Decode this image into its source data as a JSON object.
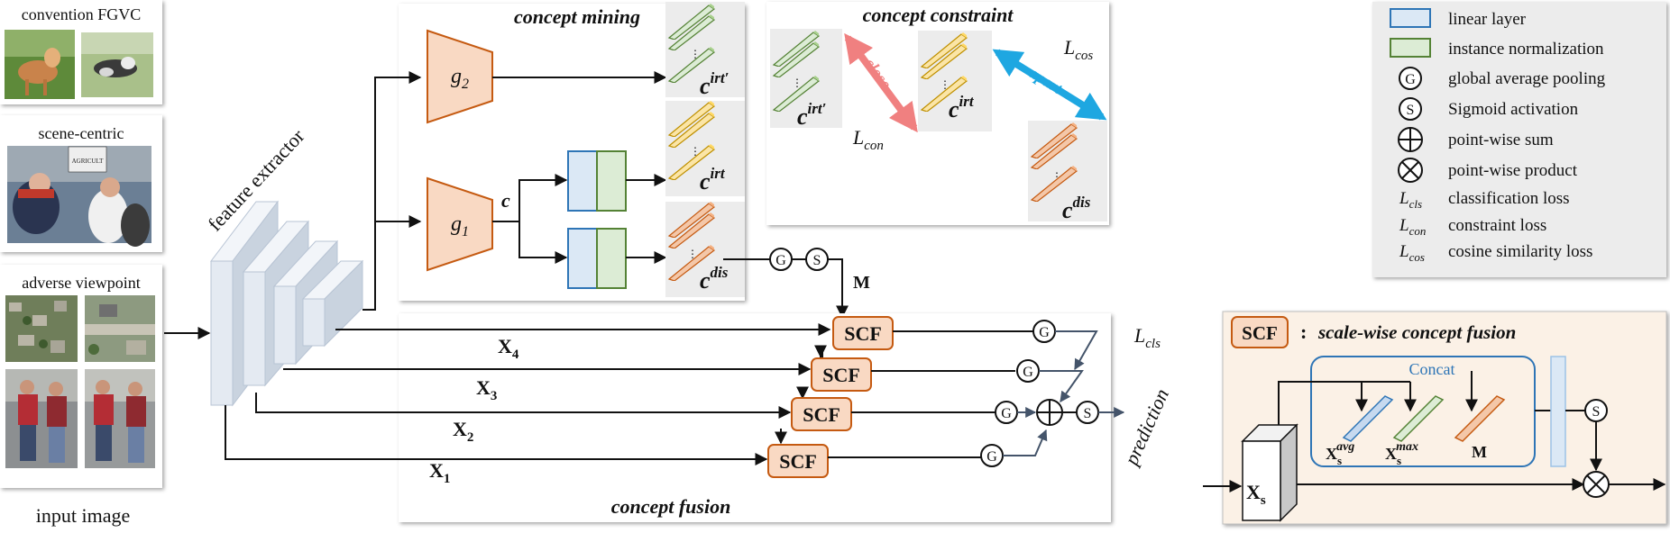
{
  "inputs": {
    "caption": "input image",
    "convention": "convention FGVC",
    "scene": "scene-centric",
    "adverse": "adverse viewpoint",
    "protest_sign": "AGRICULT"
  },
  "extractor": {
    "label": "feature extractor"
  },
  "mining": {
    "title": "concept mining",
    "g2": {
      "base": "g",
      "sub": "2"
    },
    "g1": {
      "base": "g",
      "sub": "1"
    },
    "c": "c",
    "out_irt_prime": {
      "base": "c",
      "sup": "irt′"
    },
    "out_irt": {
      "base": "c",
      "sup": "irt"
    },
    "out_dis": {
      "base": "c",
      "sup": "dis"
    }
  },
  "constraint": {
    "title": "concept constraint",
    "close": "close",
    "apart": "apart",
    "l_con": {
      "base": "L",
      "sub": "con"
    },
    "l_cos": {
      "base": "L",
      "sub": "cos"
    },
    "irt_prime": {
      "base": "c",
      "sup": "irt′"
    },
    "irt": {
      "base": "c",
      "sup": "irt"
    },
    "dis": {
      "base": "c",
      "sup": "dis"
    }
  },
  "legend": {
    "linear": "linear layer",
    "inorm": "instance normalization",
    "gap": "global average pooling",
    "sig": "Sigmoid activation",
    "sum": "point-wise sum",
    "prod": "point-wise product",
    "cls": {
      "base": "L",
      "sub": "cls",
      "text": "classification loss"
    },
    "con": {
      "base": "L",
      "sub": "con",
      "text": "constraint loss"
    },
    "cos": {
      "base": "L",
      "sub": "cos",
      "text": "cosine similarity loss"
    }
  },
  "fusion": {
    "title": "concept fusion",
    "scf": "SCF",
    "m": "M",
    "g": "G",
    "s": "S",
    "x": [
      {
        "base": "X",
        "sub": "4"
      },
      {
        "base": "X",
        "sub": "3"
      },
      {
        "base": "X",
        "sub": "2"
      },
      {
        "base": "X",
        "sub": "1"
      }
    ],
    "l_cls": {
      "base": "L",
      "sub": "cls"
    },
    "prediction": "prediction"
  },
  "scf_detail": {
    "tag": "SCF",
    "colon": ":",
    "title": "scale-wise concept fusion",
    "concat": "Concat",
    "xs": {
      "base": "X",
      "sub": "s"
    },
    "xavg": {
      "base": "X",
      "sub": "s",
      "sup": "avg"
    },
    "xmax": {
      "base": "X",
      "sub": "s",
      "sup": "max"
    },
    "m": "M"
  },
  "colors": {
    "orange_fill": "#f9d9c3",
    "orange_stroke": "#c55a11",
    "blue_fill": "#dbe8f5",
    "blue_stroke": "#2e75b6",
    "green_fill": "#dcecd5",
    "green_stroke": "#548235",
    "panel_gray": "#f0f0f0",
    "close_arrow": "#f08080",
    "apart_arrow": "#1ea7e1",
    "pred_arrow": "#44546a"
  }
}
